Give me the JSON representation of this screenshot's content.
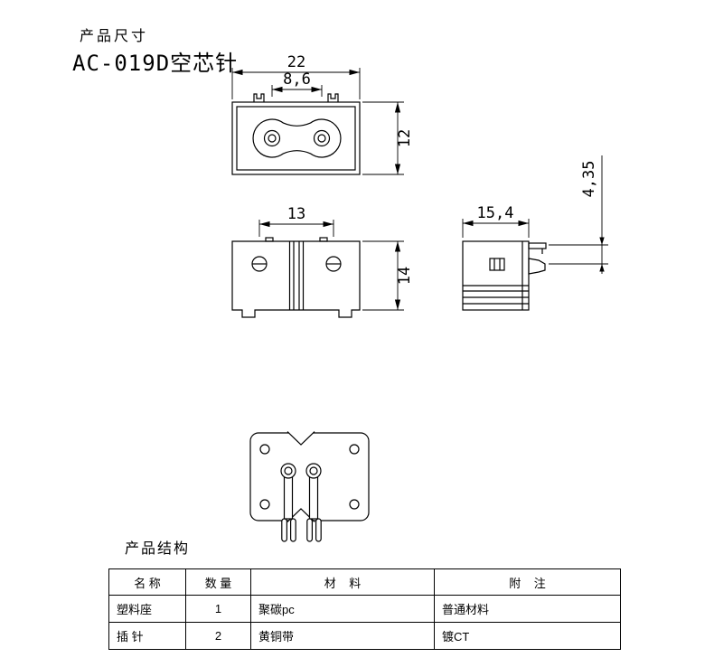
{
  "titles": {
    "page_title": "产品尺寸",
    "model": "AC-019D空芯针",
    "structure_title": "产品结构"
  },
  "dimensions": {
    "front_view": {
      "overall_width": "22",
      "hole_pitch": "8,6",
      "overall_height": "12"
    },
    "top_view": {
      "screw_pitch": "13",
      "overall_height": "14"
    },
    "side_view": {
      "overall_depth": "15,4",
      "pin_offset": "4,35"
    }
  },
  "structure_table": {
    "headers": [
      "名 称",
      "数 量",
      "材    料",
      "附    注"
    ],
    "rows": [
      [
        "塑料座",
        "1",
        "聚碳pc",
        "普通材料"
      ],
      [
        "插 针",
        "2",
        "黄铜带",
        "镀CT"
      ]
    ]
  },
  "colors": {
    "line": "#000000",
    "background": "#ffffff"
  }
}
